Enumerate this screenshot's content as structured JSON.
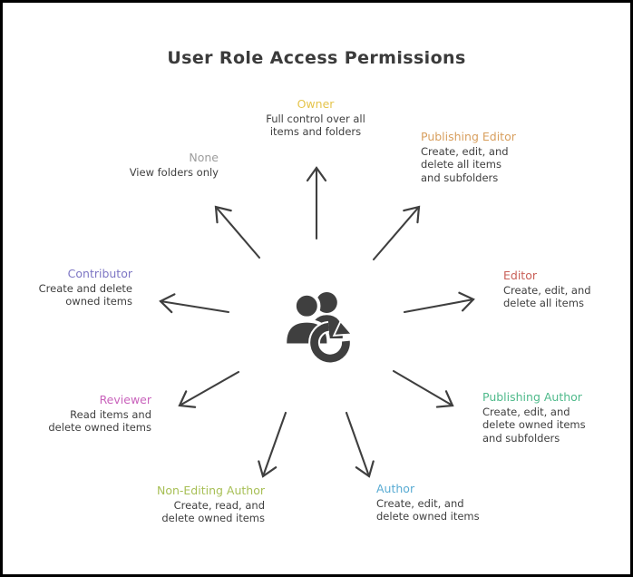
{
  "title": "User Role Access Permissions",
  "colors": {
    "arrow": "#3f3f3f",
    "icon": "#3f3f3f",
    "title_text": "#3b3b3b",
    "body_text": "#3f3f3f",
    "border": "#000000"
  },
  "center_icon": {
    "name": "users-refresh-icon"
  },
  "roles": [
    {
      "name": "Owner",
      "color": "#e5c44c",
      "description": "Full control over all\nitems and folders"
    },
    {
      "name": "Publishing Editor",
      "color": "#d89f5e",
      "description": "Create, edit, and\ndelete all items\nand subfolders"
    },
    {
      "name": "None",
      "color": "#9d9d9d",
      "description": "View folders only"
    },
    {
      "name": "Editor",
      "color": "#c96058",
      "description": "Create, edit, and\ndelete all items"
    },
    {
      "name": "Contributor",
      "color": "#7d76c4",
      "description": "Create and delete\nowned items"
    },
    {
      "name": "Publishing Author",
      "color": "#4fba8b",
      "description": "Create, edit, and\ndelete owned items\nand subfolders"
    },
    {
      "name": "Reviewer",
      "color": "#c963bc",
      "description": "Read items and\ndelete owned items"
    },
    {
      "name": "Author",
      "color": "#58abd3",
      "description": "Create, edit, and\ndelete owned items"
    },
    {
      "name": "Non-Editing Author",
      "color": "#a7bf55",
      "description": "Create, read, and\ndelete owned items"
    }
  ]
}
